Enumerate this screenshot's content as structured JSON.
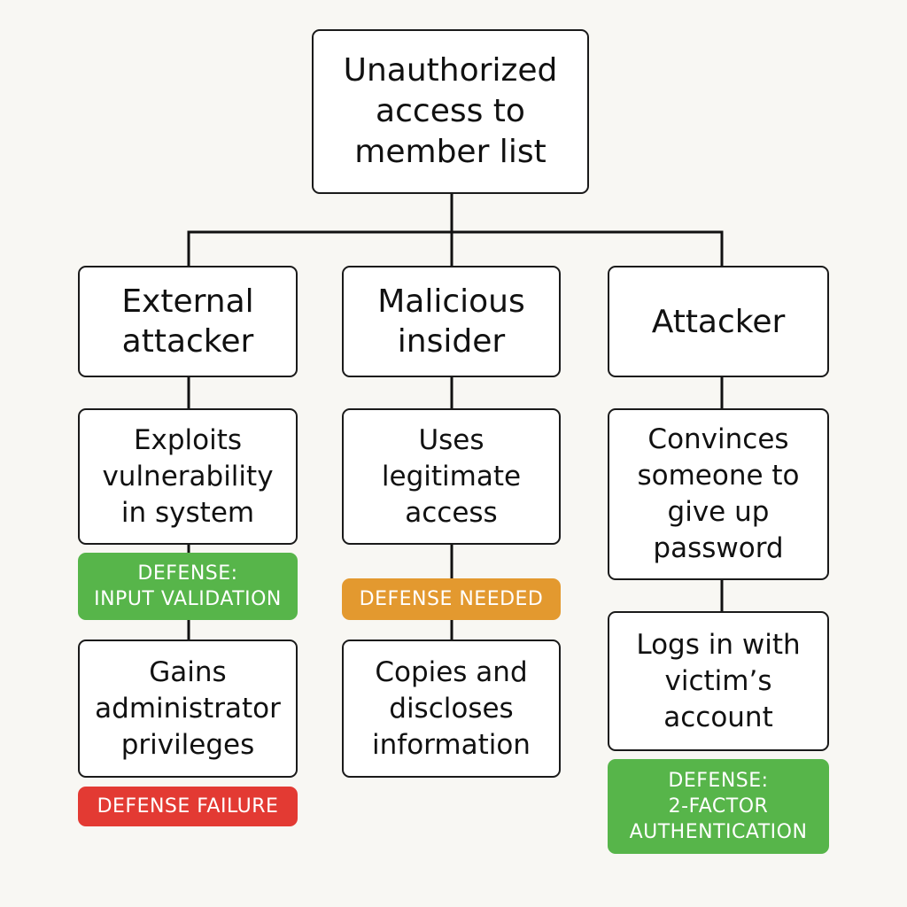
{
  "root": {
    "label": "Unauthorized\naccess to\nmember list"
  },
  "branches": [
    {
      "actor": "External\nattacker",
      "step1": "Exploits\nvulnerability\nin system",
      "defense1": "DEFENSE:\nINPUT VALIDATION",
      "step2": "Gains\nadministrator\nprivileges",
      "defense2": "DEFENSE FAILURE"
    },
    {
      "actor": "Malicious\ninsider",
      "step1": "Uses\nlegitimate\naccess",
      "defense1": "DEFENSE NEEDED",
      "step2": "Copies and\ndiscloses\ninformation"
    },
    {
      "actor": "Attacker",
      "step1": "Convinces\nsomeone to\ngive up\npassword",
      "step2": "Logs in with\nvictim’s\naccount",
      "defense2": "DEFENSE:\n2-FACTOR\nAUTHENTICATION"
    }
  ],
  "colors": {
    "defense_ok": "#57b54a",
    "defense_needed": "#e3992f",
    "defense_failure": "#e33a33"
  }
}
